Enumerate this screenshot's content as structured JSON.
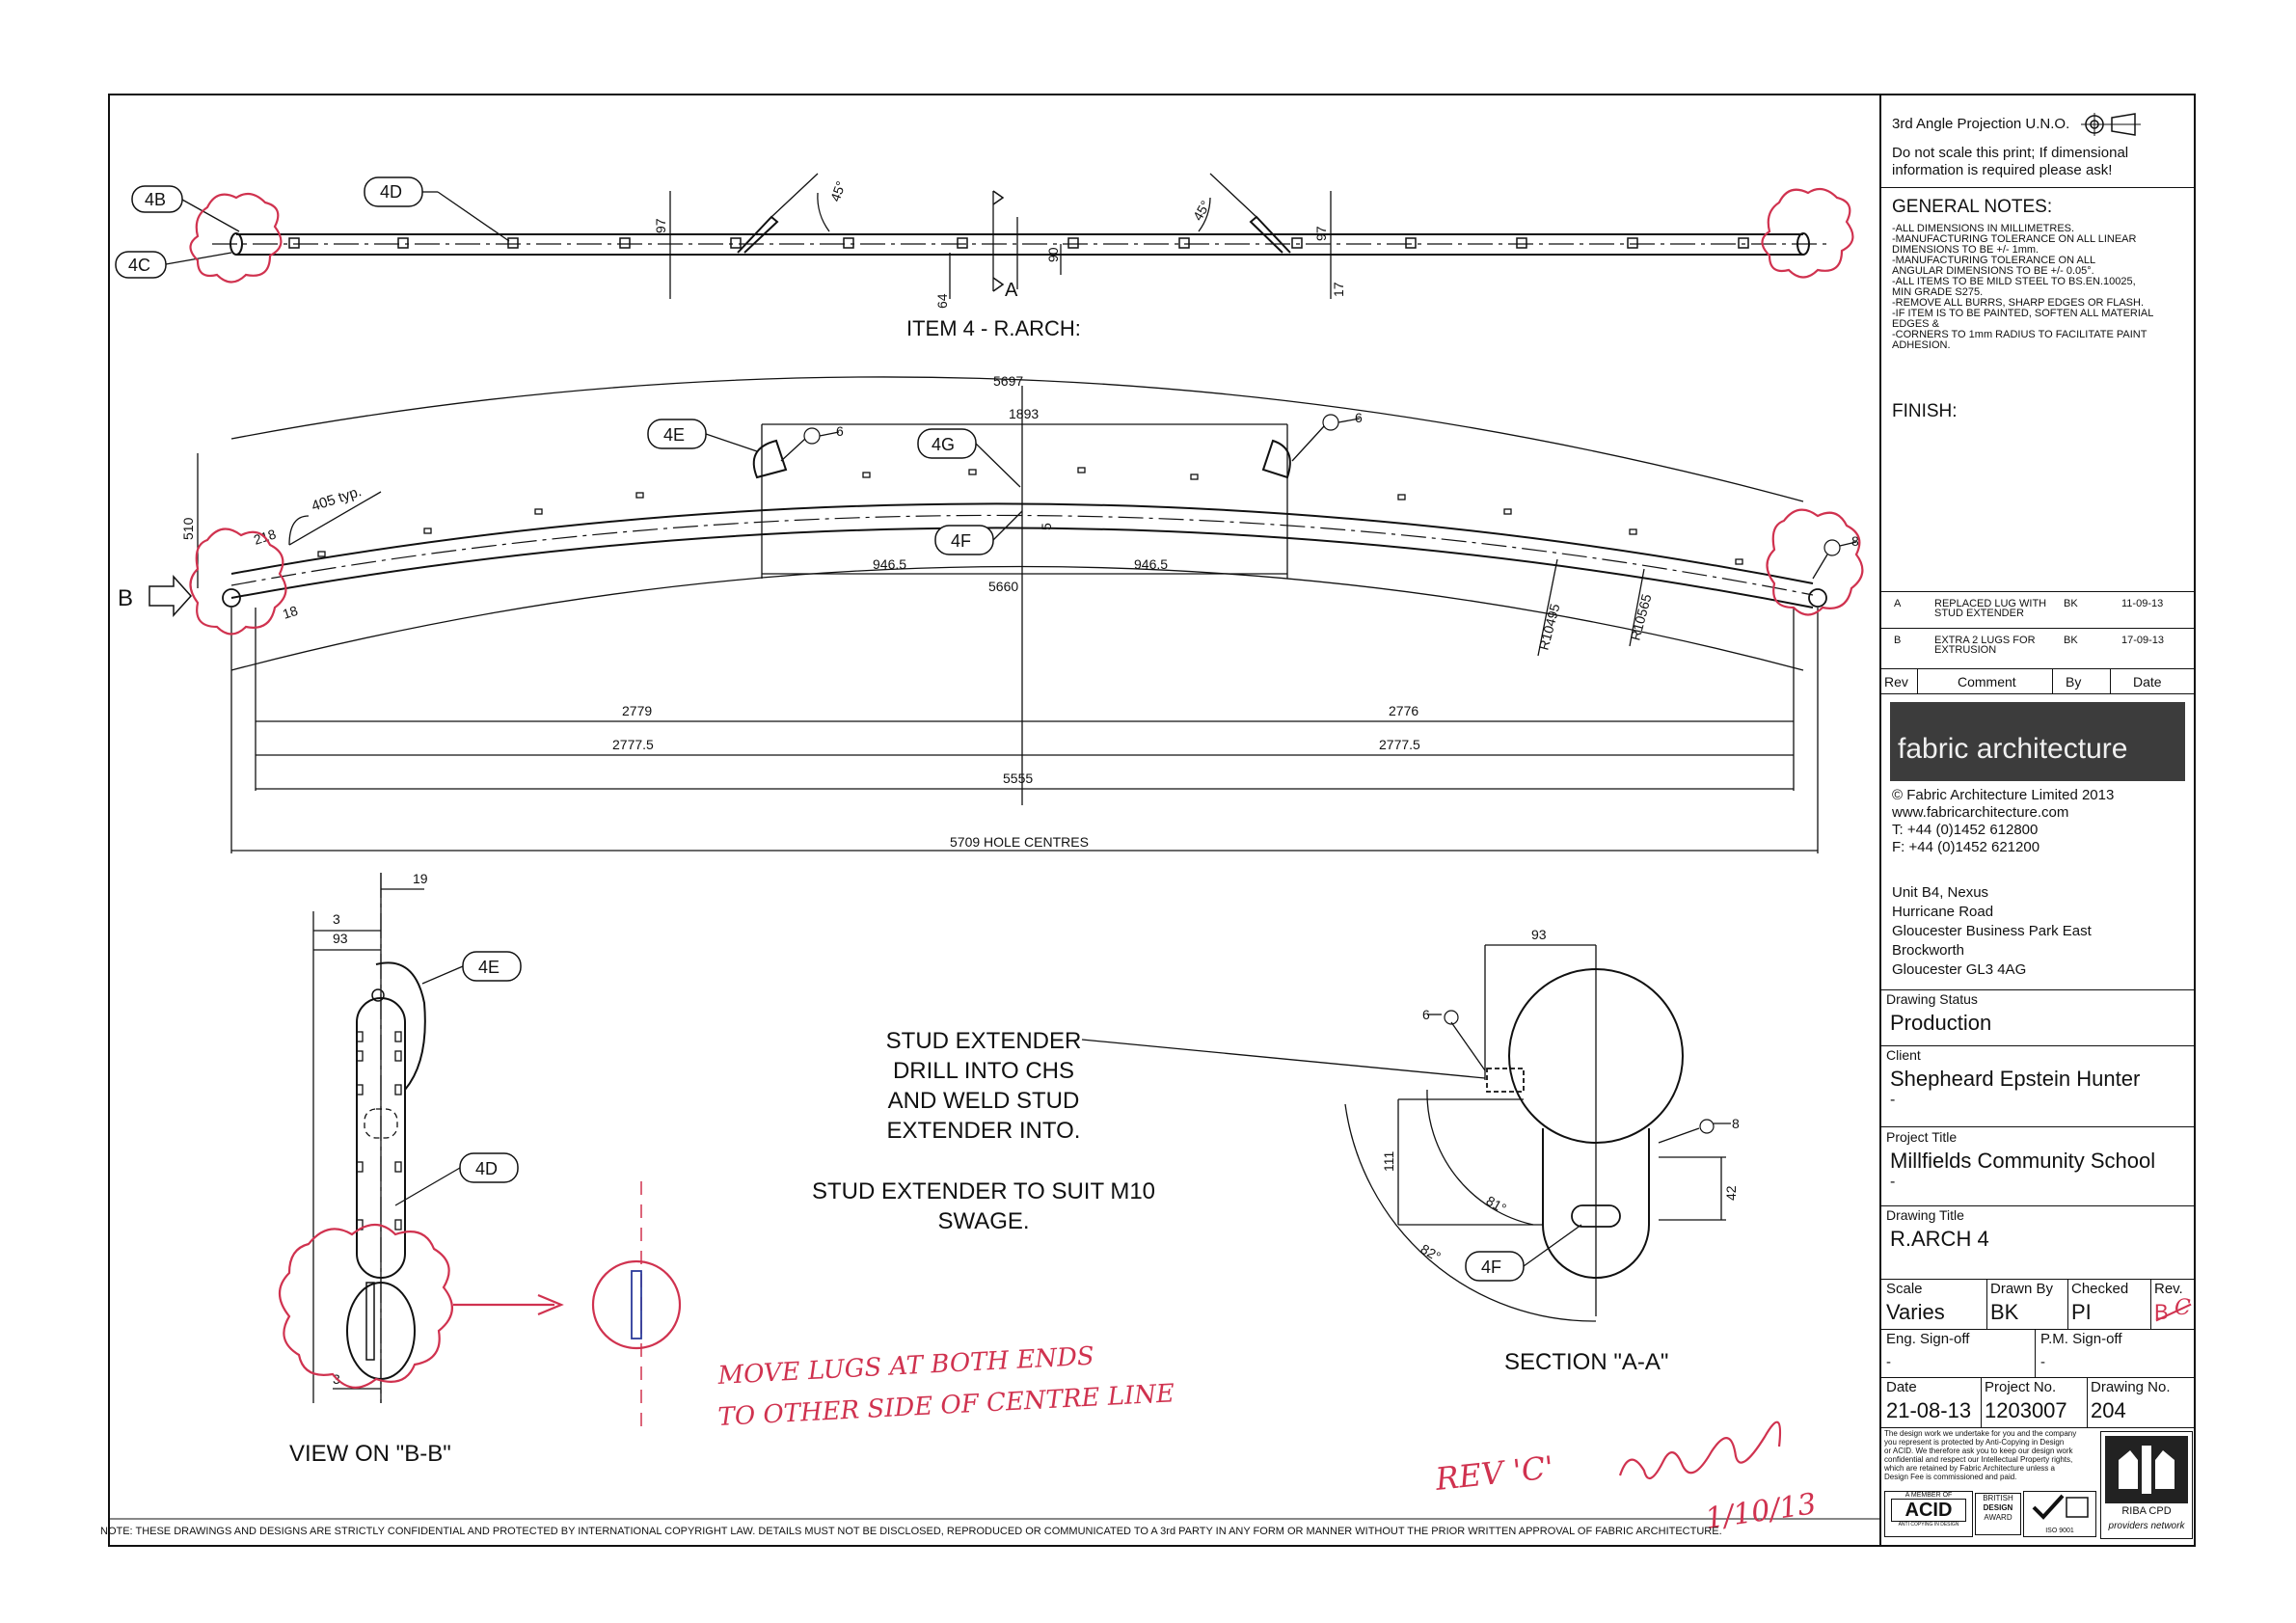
{
  "projection": "3rd Angle Projection U.N.O.",
  "scale_warning": [
    "Do not scale this print; If dimensional",
    "information is required please ask!"
  ],
  "general_notes": {
    "heading": "GENERAL NOTES:",
    "lines": [
      "-ALL DIMENSIONS IN MILLIMETRES.",
      "-MANUFACTURING TOLERANCE ON ALL LINEAR",
      "DIMENSIONS TO BE +/- 1mm.",
      "-MANUFACTURING TOLERANCE ON ALL",
      "ANGULAR DIMENSIONS TO BE +/- 0.05°.",
      "-ALL ITEMS TO BE MILD STEEL TO BS.EN.10025,",
      "MIN GRADE S275.",
      "-REMOVE ALL BURRS, SHARP EDGES OR FLASH.",
      "-IF ITEM IS TO BE PAINTED, SOFTEN ALL MATERIAL",
      "EDGES &",
      "-CORNERS TO 1mm RADIUS TO FACILITATE PAINT",
      "ADHESION."
    ]
  },
  "finish_label": "FINISH:",
  "revisions": {
    "rows": [
      {
        "rev": "A",
        "comment": [
          "REPLACED LUG WITH",
          "STUD EXTENDER"
        ],
        "by": "BK",
        "date": "11-09-13"
      },
      {
        "rev": "B",
        "comment": [
          "EXTRA 2 LUGS FOR",
          "EXTRUSION"
        ],
        "by": "BK",
        "date": "17-09-13"
      }
    ],
    "headers": {
      "rev": "Rev",
      "comment": "Comment",
      "by": "By",
      "date": "Date"
    }
  },
  "company": {
    "logo_text": "fabric architecture",
    "copyright": "© Fabric Architecture Limited 2013",
    "website": "www.fabricarchitecture.com",
    "tel": "T: +44 (0)1452 612800",
    "fax": "F: +44 (0)1452 621200",
    "address": [
      "Unit B4, Nexus",
      "Hurricane Road",
      "Gloucester Business Park East",
      "Brockworth",
      "Gloucester GL3 4AG"
    ]
  },
  "title_block": {
    "drawing_status_label": "Drawing Status",
    "drawing_status": "Production",
    "client_label": "Client",
    "client": "Shepheard Epstein Hunter",
    "client_dash": "-",
    "project_title_label": "Project Title",
    "project_title": "Millfields Community School",
    "project_dash": "-",
    "drawing_title_label": "Drawing Title",
    "drawing_title": "R.ARCH 4",
    "scale_label": "Scale",
    "scale": "Varies",
    "drawn_by_label": "Drawn By",
    "drawn_by": "BK",
    "checked_label": "Checked",
    "checked": "PI",
    "rev_label": "Rev.",
    "rev": "B",
    "rev_new": "C",
    "eng_signoff_label": "Eng. Sign-off",
    "eng_signoff": "-",
    "pm_signoff_label": "P.M. Sign-off",
    "pm_signoff": "-",
    "date_label": "Date",
    "date": "21-08-13",
    "project_no_label": "Project No.",
    "project_no": "1203007",
    "drawing_no_label": "Drawing No.",
    "drawing_no": "204",
    "design_notice": [
      "The design work we undertake for you and the company",
      "you represent is protected by Anti-Copying in Design",
      "or ACID. We therefore ask you to keep our design work",
      "confidential and respect our Intellectual Property rights,",
      "which are retained by Fabric Architecture unless a",
      "Design Fee is commissioned and paid."
    ],
    "badges": {
      "acid_member": "A MEMBER OF",
      "acid": "ACID",
      "acid_sub": "ANTI COPYING IN DESIGN",
      "bda": [
        "BRITISH",
        "DESIGN",
        "AWARD"
      ],
      "iso": "ISO 9001",
      "riba": "RIBA CPD",
      "riba_sub": "providers network"
    }
  },
  "views": {
    "plan_title": "ITEM 4 - R.ARCH:",
    "section_title": "SECTION \"A-A\"",
    "view_bb_title": "VIEW ON  \"B-B\"",
    "section_marker": "A",
    "view_marker": "B"
  },
  "callouts": [
    "4B",
    "4C",
    "4D",
    "4E",
    "4G",
    "4F",
    "4E",
    "4D",
    "4F"
  ],
  "plan_dims": {
    "d97a": "97",
    "d45a": "45°",
    "d64": "64",
    "d90": "90",
    "d45b": "45°",
    "d97b": "97",
    "d17": "17"
  },
  "elevation_dims": {
    "arc_outer": "5697",
    "chord_lugs": "1893",
    "arc_inner": "5660",
    "half_left": "946.5",
    "half_right": "946.5",
    "rise_5": "5",
    "spacing": "405 typ.",
    "d218": "218",
    "d18": "18",
    "rise_510": "510",
    "r_inner": "R10495",
    "r_outer": "R10565",
    "weld6a": "6",
    "weld6b": "6",
    "weld8": "8",
    "d2779": "2779",
    "d2776": "2776",
    "d27775a": "2777.5",
    "d27775b": "2777.5",
    "d5555": "5555",
    "hole_centres": "5709 HOLE CENTRES"
  },
  "view_bb_dims": {
    "d19": "19",
    "d3a": "3",
    "d93": "93",
    "d3b": "3"
  },
  "section_dims": {
    "d93": "93",
    "weld6": "6",
    "weld8": "8",
    "d111": "111",
    "d42": "42",
    "a81": "81°",
    "a82": "82°"
  },
  "stud_note": {
    "lines": [
      "STUD EXTENDER",
      "DRILL INTO CHS",
      "AND WELD STUD",
      "EXTENDER INTO."
    ],
    "lines2": [
      "STUD EXTENDER TO SUIT M10",
      "SWAGE."
    ]
  },
  "markup": {
    "note_line1": "MOVE LUGS AT BOTH ENDS",
    "note_line2": "TO OTHER SIDE OF CENTRE LINE",
    "rev_note": "REV 'C'",
    "rev_date": "1/10/13",
    "color": "#d0324f"
  },
  "footer_note": "NOTE: THESE DRAWINGS AND DESIGNS ARE STRICTLY CONFIDENTIAL AND PROTECTED BY INTERNATIONAL COPYRIGHT LAW. DETAILS MUST NOT BE DISCLOSED, REPRODUCED OR COMMUNICATED TO A 3rd PARTY IN ANY FORM OR MANNER WITHOUT THE PRIOR WRITTEN APPROVAL OF FABRIC ARCHITECTURE."
}
